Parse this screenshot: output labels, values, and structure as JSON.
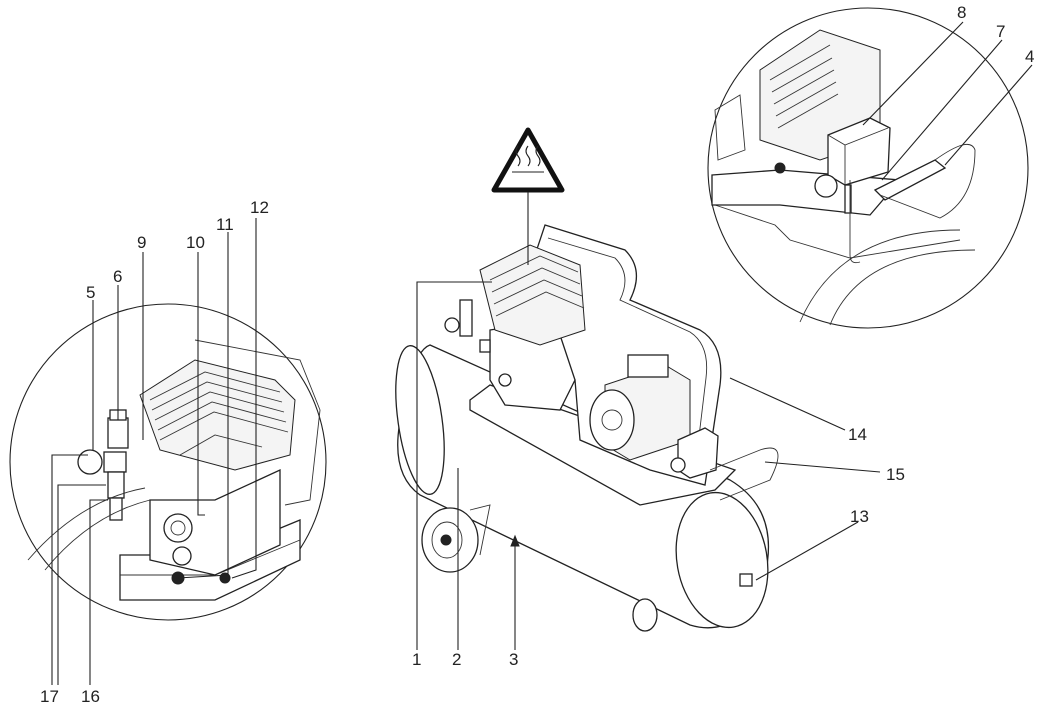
{
  "callouts": {
    "n1": "1",
    "n2": "2",
    "n3": "3",
    "n4": "4",
    "n5": "5",
    "n6": "6",
    "n7": "7",
    "n8": "8",
    "n9": "9",
    "n10": "10",
    "n11": "11",
    "n12": "12",
    "n13": "13",
    "n14": "14",
    "n15": "15",
    "n16": "16",
    "n17": "17"
  },
  "icons": {
    "warning": "hot-surface-warning-icon"
  }
}
